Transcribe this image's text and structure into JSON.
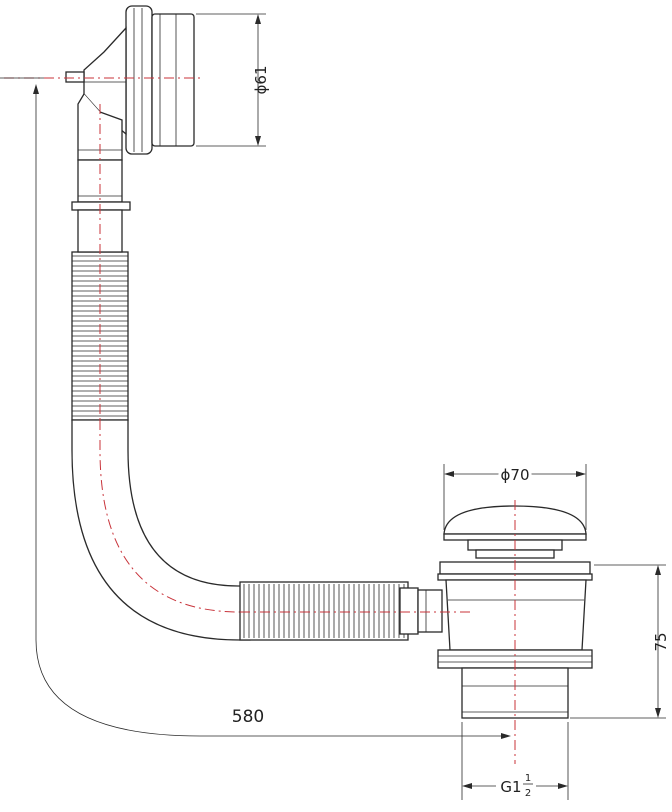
{
  "drawing": {
    "colors": {
      "line": "#2a2a2a",
      "centerline": "#c8333a",
      "background": "#ffffff"
    },
    "dimensions": {
      "overflow_diameter": "ϕ61",
      "waste_diameter": "ϕ70",
      "height": "75",
      "length": "580",
      "thread_main": "G1",
      "thread_num": "1",
      "thread_den": "2"
    }
  }
}
